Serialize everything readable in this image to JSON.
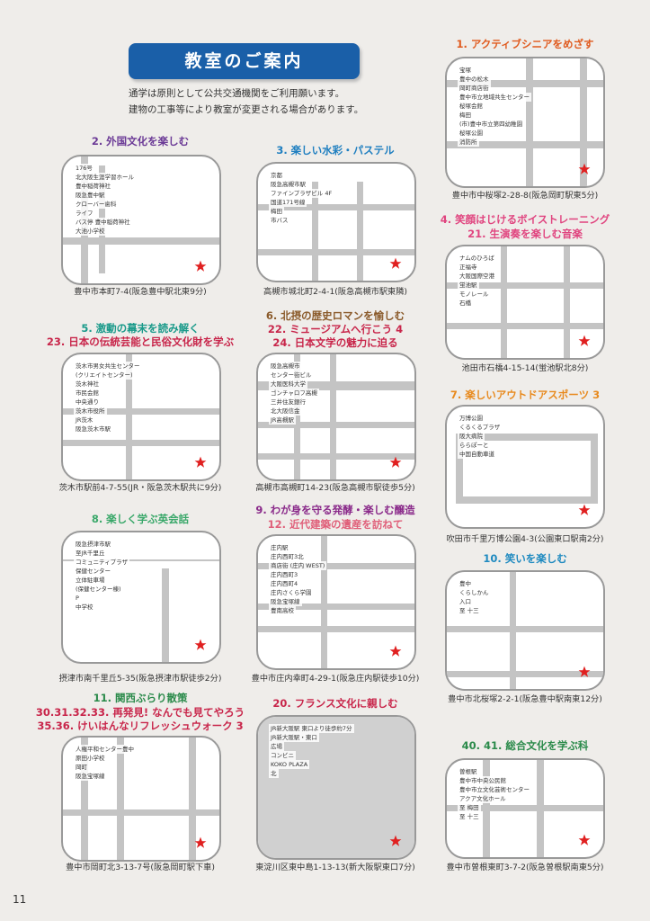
{
  "header": {
    "title": "教室のご案内",
    "intro_lines": [
      "通学は原則として公共交通機関をご利用願います。",
      "建物の工事等により教室が変更される場合があります。"
    ]
  },
  "classes": [
    {
      "titles": [
        "1. アクティブシニアをめざす"
      ],
      "colors": [
        "#e05a1e"
      ],
      "address": "豊中市中桜塚2-28-8(阪急岡町駅東5分)",
      "labels": [
        "宝塚",
        "豊中の松木",
        "岡町商店街",
        "豊中市立地域共生センター",
        "桜塚会館",
        "梅田",
        "(市)豊中市立第四幼稚園",
        "桜塚公園",
        "消防所"
      ]
    },
    {
      "titles": [
        "2. 外国文化を楽しむ"
      ],
      "colors": [
        "#6b3a96"
      ],
      "address": "豊中市本町7-4(阪急豊中駅北東9分)",
      "labels": [
        "176号",
        "北大阪生涯学習ホール",
        "豊中稲荷神社",
        "阪急豊中駅",
        "クローバー歯科",
        "ライフ",
        "バス停 豊中稲荷神社",
        "大池小学校"
      ]
    },
    {
      "titles": [
        "3. 楽しい水彩・パステル"
      ],
      "colors": [
        "#1f7fc0"
      ],
      "address": "高槻市城北町2-4-1(阪急高槻市駅東隣)",
      "labels": [
        "京都",
        "阪急高槻市駅",
        "ファインプラザビル 4F",
        "国道171号線",
        "梅田",
        "市バス"
      ]
    },
    {
      "titles": [
        "4. 笑顔はじけるボイストレーニング",
        "21. 生演奏を楽しむ音楽"
      ],
      "colors": [
        "#e0447f",
        "#e0447f"
      ],
      "address": "池田市石橋4-15-14(蛍池駅北8分)",
      "labels": [
        "ナムのひろば",
        "正福寺",
        "大阪国際空港",
        "蛍池駅",
        "モノレール",
        "石橋"
      ]
    },
    {
      "titles": [
        "5. 激動の幕末を読み解く",
        "23. 日本の伝統芸能と民俗文化財を学ぶ"
      ],
      "colors": [
        "#1a9a8a",
        "#c8254a"
      ],
      "address": "茨木市駅前4-7-55(JR・阪急茨木駅共に9分)",
      "labels": [
        "茨木市男女共生センター",
        "(クリエイトセンター)",
        "茨木神社",
        "市民会館",
        "中央通り",
        "茨木市役所",
        "JR茨木",
        "阪急茨木市駅"
      ]
    },
    {
      "titles": [
        "6. 北摂の歴史ロマンを愉しむ",
        "22. ミュージアムへ行こう 4",
        "24. 日本文学の魅力に迫る"
      ],
      "colors": [
        "#8a5a2a",
        "#c8254a",
        "#c8254a"
      ],
      "address": "高槻市高槻町14-23(阪急高槻市駅徒歩5分)",
      "labels": [
        "阪急高槻市",
        "センター街ビル",
        "大阪医科大学",
        "ゴンチャロフ高槻",
        "三井住友銀行",
        "北大阪信金",
        "JR高槻駅"
      ]
    },
    {
      "titles": [
        "7. 楽しいアウトドアスポーツ 3"
      ],
      "colors": [
        "#e88a1e"
      ],
      "address": "吹田市千里万博公園4-3(公園東口駅南2分)",
      "labels": [
        "万博公園",
        "くるくるプラザ",
        "阪大病院",
        "ららぽーと",
        "中国自動車道"
      ]
    },
    {
      "titles": [
        "8. 楽しく学ぶ英会話"
      ],
      "colors": [
        "#3aa86a"
      ],
      "address": "摂津市南千里丘5-35(阪急摂津市駅徒歩2分)",
      "labels": [
        "阪急摂津市駅",
        "至JR千里丘",
        "コミュニティプラザ",
        "保健センター",
        "立体駐車場",
        "(保健センター棟)",
        "P",
        "中学校"
      ]
    },
    {
      "titles": [
        "9. わが身を守る発酵・楽しむ醸造",
        "12. 近代建築の遺産を訪ねて"
      ],
      "colors": [
        "#8a2a8a",
        "#e0607a"
      ],
      "address": "豊中市庄内幸町4-29-1(阪急庄内駅徒歩10分)",
      "labels": [
        "庄内駅",
        "庄内西町3北",
        "商店街 (庄内 WEST)",
        "庄内西町3",
        "庄内西町4",
        "庄内さくら学園",
        "阪急宝塚線",
        "豊南高校"
      ]
    },
    {
      "titles": [
        "10. 笑いを楽しむ"
      ],
      "colors": [
        "#1f8ac0"
      ],
      "address": "豊中市北桜塚2-2-1(阪急豊中駅南東12分)",
      "labels": [
        "豊中",
        "くらしかん",
        "入口",
        "至 十三"
      ]
    },
    {
      "titles": [
        "11. 関西ぶらり散策",
        "30.31.32.33. 再発見! なんでも見てやろう",
        "35.36. けいはんなリフレッシュウォーク 3"
      ],
      "colors": [
        "#2a8a4a",
        "#c8254a",
        "#c8254a"
      ],
      "address": "豊中市岡町北3-13-7号(阪急岡町駅下車)",
      "labels": [
        "人権平和センター豊中",
        "原田小学校",
        "岡町",
        "阪急宝塚線"
      ]
    },
    {
      "titles": [
        "20. フランス文化に親しむ"
      ],
      "colors": [
        "#c8254a"
      ],
      "address": "東淀川区東中島1-13-13(新大阪駅東口7分)",
      "labels": [
        "JR新大阪駅 東口より徒歩約7分",
        "JR新大阪駅・東口",
        "広場",
        "コンビニ",
        "KOKO PLAZA",
        "北"
      ]
    },
    {
      "titles": [
        "40. 41. 総合文化を学ぶ科"
      ],
      "colors": [
        "#2a8a4a"
      ],
      "address": "豊中市曽根東町3-7-2(阪急曽根駅南東5分)",
      "labels": [
        "曽根駅",
        "豊中市中央公民館",
        "豊中市立文化芸術センター",
        "アクア文化ホール",
        "至 梅田",
        "至 十三"
      ]
    }
  ],
  "page_number": "11"
}
